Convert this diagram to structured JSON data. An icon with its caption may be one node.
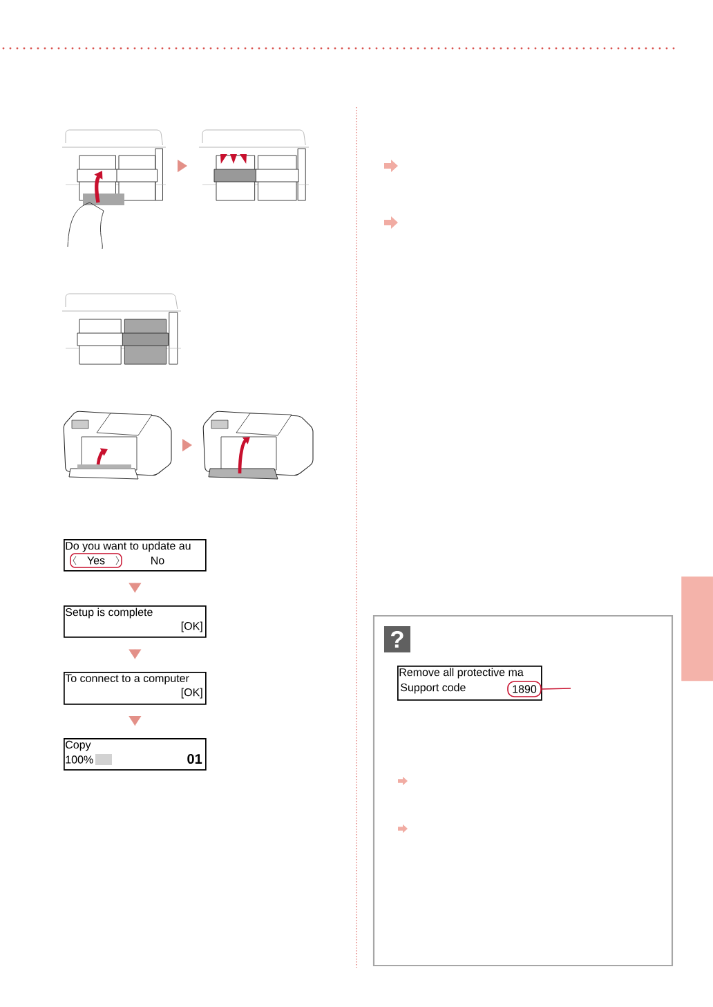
{
  "diagram": {
    "nodes": [
      {
        "text": [
          "Do you want to update au",
          "Yes",
          "No"
        ]
      },
      {
        "text": [
          "Setup is complete",
          "[OK]"
        ]
      },
      {
        "text": [
          "To connect to a computer",
          "[OK]"
        ]
      },
      {
        "text": [
          "Copy",
          "100%",
          "01"
        ]
      },
      {
        "text": [
          "Remove all protective ma",
          "Support code"
        ]
      },
      {
        "text": [
          "1890"
        ],
        "in": 4
      },
      {
        "text": [],
        "shape": "picture"
      },
      {
        "text": [],
        "shape": "picture"
      },
      {
        "text": [],
        "shape": "picture"
      },
      {
        "text": [],
        "shape": "picture"
      },
      {
        "text": [],
        "shape": "picture"
      },
      {
        "text": [],
        "shape": "box"
      }
    ],
    "edges": [
      {
        "from": 0,
        "to": 1,
        "arrow": "to"
      },
      {
        "from": 1,
        "to": 2,
        "arrow": "to"
      },
      {
        "from": 2,
        "to": 3,
        "arrow": "to"
      },
      {
        "from": 6,
        "to": 7,
        "arrow": "to"
      },
      {
        "from": 9,
        "to": 10,
        "arrow": "to"
      },
      {
        "from": 5,
        "to": null,
        "arrow": "none",
        "color": "#c8102e"
      }
    ],
    "labels": [
      "?"
    ]
  }
}
